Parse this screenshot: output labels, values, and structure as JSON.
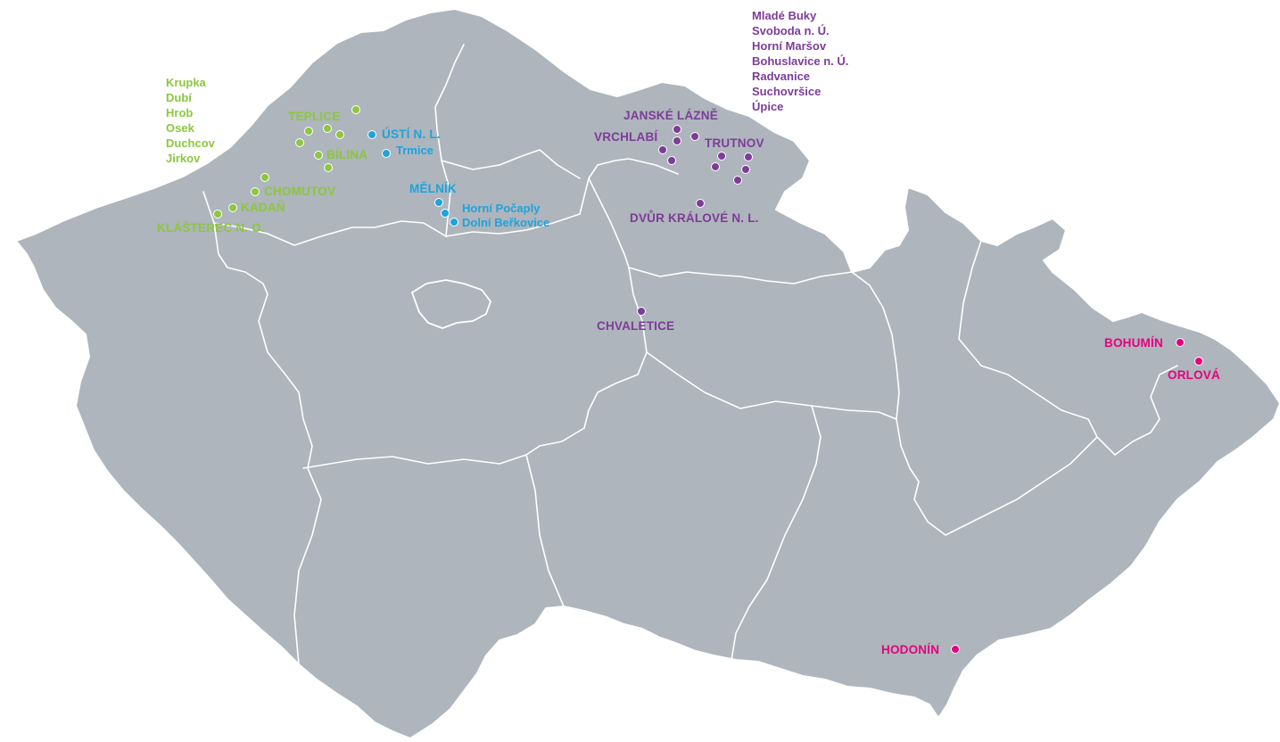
{
  "map": {
    "colors": {
      "land": "#aeb5bc",
      "border": "#ffffff",
      "green_group": "#8dc63f",
      "blue_group": "#1ea3dc",
      "purple_group": "#7d3c98",
      "pink_group": "#e6007e"
    },
    "green_list": [
      "Krupka",
      "Dubí",
      "Hrob",
      "Osek",
      "Duchcov",
      "Jirkov"
    ],
    "purple_list": [
      "Mladé Buky",
      "Svoboda n. Ú.",
      "Horní Maršov",
      "Bohuslavice n. Ú.",
      "Radvanice",
      "Suchovršice",
      "Úpice"
    ],
    "labels": {
      "teplice": "TEPLICE",
      "bilina": "BÍLINA",
      "chomutov": "CHOMUTOV",
      "kadan": "KADAŇ",
      "klasterec": "KLÁŠTEREC N. O.",
      "usti": "ÚSTÍ N. L.",
      "trmice": "Trmice",
      "melnik": "MĚLNÍK",
      "horni_pocaply": "Horní Počaply",
      "dolni_berkovice": "Dolní Beřkovice",
      "janske_lazne": "JANSKÉ LÁZNĚ",
      "vrchlabi": "VRCHLABÍ",
      "trutnov": "TRUTNOV",
      "dvur_kralove": "DVŮR KRÁLOVÉ N. L.",
      "chvaletice": "CHVALETICE",
      "bohumin": "BOHUMÍN",
      "orlova": "ORLOVÁ",
      "hodonin": "HODONÍN"
    }
  }
}
